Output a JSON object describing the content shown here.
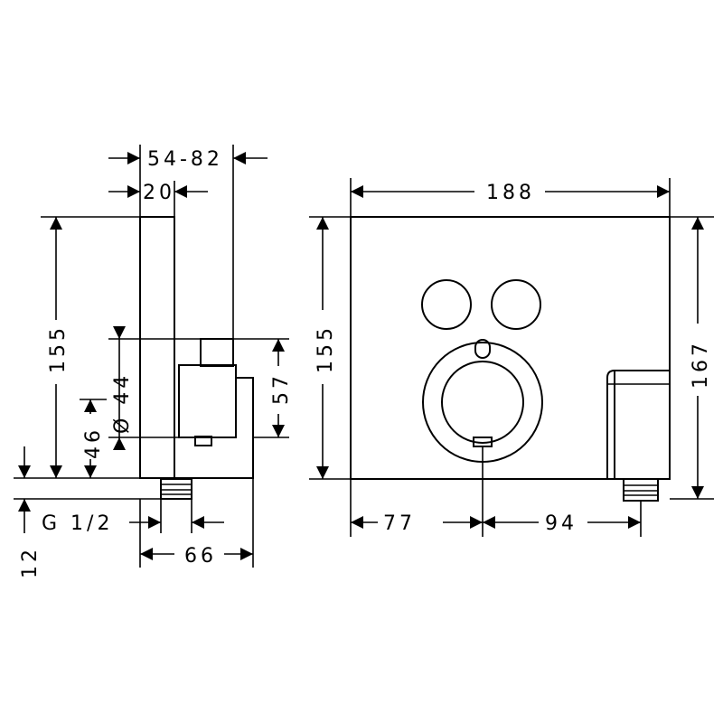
{
  "side_view": {
    "depth_range": "54-82",
    "panel_thickness": "20",
    "height": "155",
    "diameter": "Ø 44",
    "offset_46": "46",
    "offset_57": "57",
    "thread": "G 1/2",
    "base_depth": "66",
    "thread_drop": "12"
  },
  "front_view": {
    "width": "188",
    "height": "155",
    "total_height": "167",
    "left_offset": "77",
    "right_offset": "94"
  }
}
